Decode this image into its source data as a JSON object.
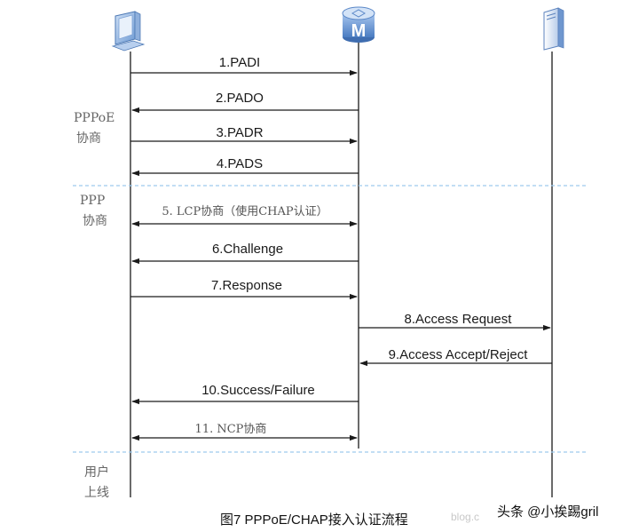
{
  "phases": {
    "pppoe_line1": "PPPoE",
    "pppoe_line2": "协商",
    "ppp_line1": "PPP",
    "ppp_line2": "协商",
    "online_line1": "用户",
    "online_line2": "上线"
  },
  "messages": [
    {
      "label": "1.PADI",
      "from": "pc",
      "to": "bras"
    },
    {
      "label": "2.PADO",
      "from": "bras",
      "to": "pc"
    },
    {
      "label": "3.PADR",
      "from": "pc",
      "to": "bras"
    },
    {
      "label": "4.PADS",
      "from": "bras",
      "to": "pc"
    },
    {
      "label": "5. LCP协商（使用CHAP认证）",
      "from": "both",
      "to": "both"
    },
    {
      "label": "6.Challenge",
      "from": "bras",
      "to": "pc"
    },
    {
      "label": "7.Response",
      "from": "pc",
      "to": "bras"
    },
    {
      "label": "8.Access Request",
      "from": "bras",
      "to": "radius"
    },
    {
      "label": "9.Access Accept/Reject",
      "from": "radius",
      "to": "bras"
    },
    {
      "label": "10.Success/Failure",
      "from": "bras",
      "to": "pc"
    },
    {
      "label": "11. NCP协商",
      "from": "both",
      "to": "both"
    }
  ],
  "caption": "图7 PPPoE/CHAP接入认证流程",
  "watermark": "头条 @小挨踢gril",
  "watermark_faint": "blog.c",
  "colors": {
    "line": "#1a1a1a",
    "divider": "#9ec9ee",
    "icon_blue": "#5b8fd0",
    "icon_dark": "#2e5a9c"
  },
  "icons": {
    "left": "pc-icon",
    "middle": "router-icon",
    "right": "server-icon"
  },
  "router_letter": "M"
}
